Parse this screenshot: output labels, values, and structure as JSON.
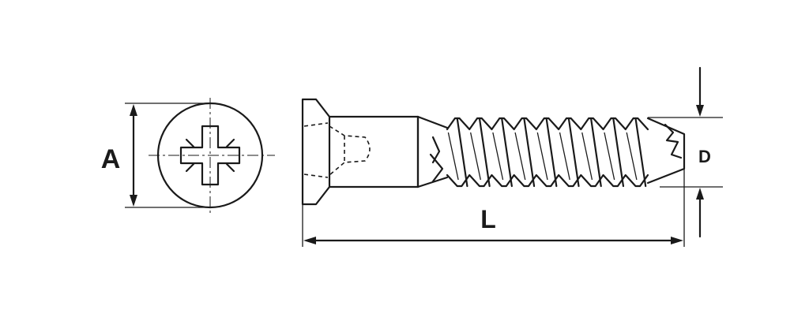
{
  "labels": {
    "head_diameter": "A",
    "length": "L",
    "thread_diameter": "D"
  },
  "thread": {
    "crest_count": 9
  },
  "colors": {
    "ink": "#1a1a1a",
    "background": "#ffffff"
  }
}
